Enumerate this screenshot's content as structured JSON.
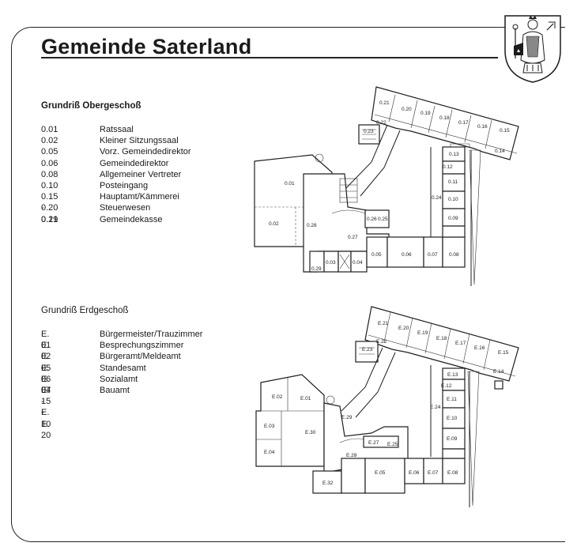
{
  "document": {
    "title": "Gemeinde Saterland"
  },
  "upper_floor": {
    "heading": "Grundriß Obergeschoß",
    "legend": [
      {
        "code": "0.01",
        "desc": "Ratssaal"
      },
      {
        "code": "0.02",
        "desc": "Kleiner Sitzungssaal"
      },
      {
        "code": "0.05",
        "desc": "Vorz. Gemeindedirektor"
      },
      {
        "code": "0.06",
        "desc": "Gemeindedirektor"
      },
      {
        "code": "0.08",
        "desc": "Allgemeiner Vertreter"
      },
      {
        "code": "0.10",
        "desc": "Posteingang"
      },
      {
        "code": "0.15 - 0.19",
        "desc": "Hauptamt/Kämmerei"
      },
      {
        "code": "0.20",
        "desc": "Steuerwesen"
      },
      {
        "code": "0.21",
        "desc": "Gemeindekasse"
      }
    ],
    "room_labels": {
      "r021": "0.21",
      "r020": "0.20",
      "r019": "0.19",
      "r018": "0.18",
      "r017": "0.17",
      "r016": "0.16",
      "r015": "0.15",
      "r014": "0.14",
      "r013": "0.13",
      "r012": "0.12",
      "r011": "0.11",
      "r010": "0.10",
      "r009": "0.09",
      "r008": "0.08",
      "r007": "0.07",
      "r006": "0.06",
      "r005": "0.05",
      "r004": "0.04",
      "r003": "0.03",
      "r029": "0.29",
      "r027": "0.27",
      "r026": "0.26",
      "r025": "0.25",
      "r024": "0.24",
      "r028": "0.28",
      "r001": "0.01",
      "r002": "0.02",
      "r022": "0.22",
      "r023": "0.23"
    }
  },
  "ground_floor": {
    "heading": "Grundriß Erdgeschoß",
    "legend": [
      {
        "code": "E. 01",
        "desc": "Bürgermeister/Trauzimmer"
      },
      {
        "code": "E. 02 - E. 04",
        "desc": "Besprechungszimmer"
      },
      {
        "code": "E. 05",
        "desc": "Bürgeramt/Meldeamt"
      },
      {
        "code": "E. 06",
        "desc": "Standesamt"
      },
      {
        "code": "E. 07 - E. 10",
        "desc": "Sozialamt"
      },
      {
        "code": "E. 15 - E. 20",
        "desc": "Bauamt"
      }
    ],
    "room_labels": {
      "e21": "E.21",
      "e20": "E.20",
      "e19": "E.19",
      "e18": "E.18",
      "e17": "E.17",
      "e16": "E.16",
      "e15": "E.15",
      "e14": "E.14",
      "e13": "E.13",
      "e12": "E.12",
      "e11": "E.11",
      "e10": "E.10",
      "e09": "E.09",
      "e08": "E.08",
      "e07": "E.07",
      "e06": "E.06",
      "e05": "E.05",
      "e22": "E.22",
      "e23": "E.23",
      "e24": "E.24",
      "e25": "E.25",
      "e27": "E.27",
      "e28": "E.28",
      "e29": "E.29",
      "e30": "E.30",
      "e32": "E.32",
      "e01": "E.01",
      "e02": "E.02",
      "e03": "E.03",
      "e04": "E.04"
    }
  }
}
